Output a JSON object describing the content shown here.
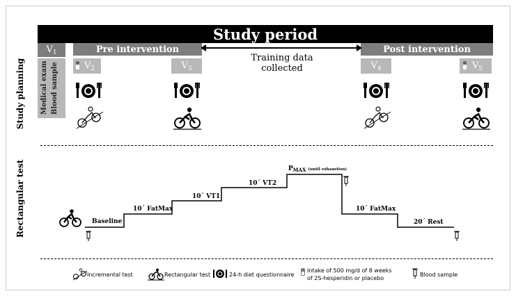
{
  "header": {
    "title": "Study period",
    "v1": "V",
    "v1_sub": "1",
    "pre_intervention": "Pre intervention",
    "post_intervention": "Post intervention",
    "training_label": "Training data collected",
    "medical_exam": "Medical exam",
    "blood_sample": "Blood sample"
  },
  "visits": [
    {
      "label": "V",
      "sub": "2",
      "pill": true
    },
    {
      "label": "V",
      "sub": "3",
      "pill": false
    },
    {
      "label": "V",
      "sub": "4",
      "pill": false
    },
    {
      "label": "V",
      "sub": "5",
      "pill": true
    }
  ],
  "side_labels": {
    "study_planning": "Study planning",
    "rectangular_test": "Rectangular test"
  },
  "steps": {
    "baseline": "Baseline",
    "fatmax1": "10´ FatMax",
    "vt1": "10´ VT1",
    "vt2": "10´ VT2",
    "pmax_p": "P",
    "pmax_sub": "MAX",
    "pmax_note": "(until exhaustion)",
    "fatmax2": "10´ FatMax",
    "rest": "20´ Rest"
  },
  "legend": {
    "incremental": "Incremental test",
    "rectangular": "Rectangular test",
    "diet": "24-h diet questionnaire",
    "intake_line1": "Intake of 500 mg/d of 8 weeks",
    "intake_line2": "of 2S-hesperidin  or placebo",
    "blood": "Blood sample"
  },
  "colors": {
    "dark_grey": "#7d7d7d",
    "light_grey": "#b8b8b8",
    "black": "#000000"
  }
}
